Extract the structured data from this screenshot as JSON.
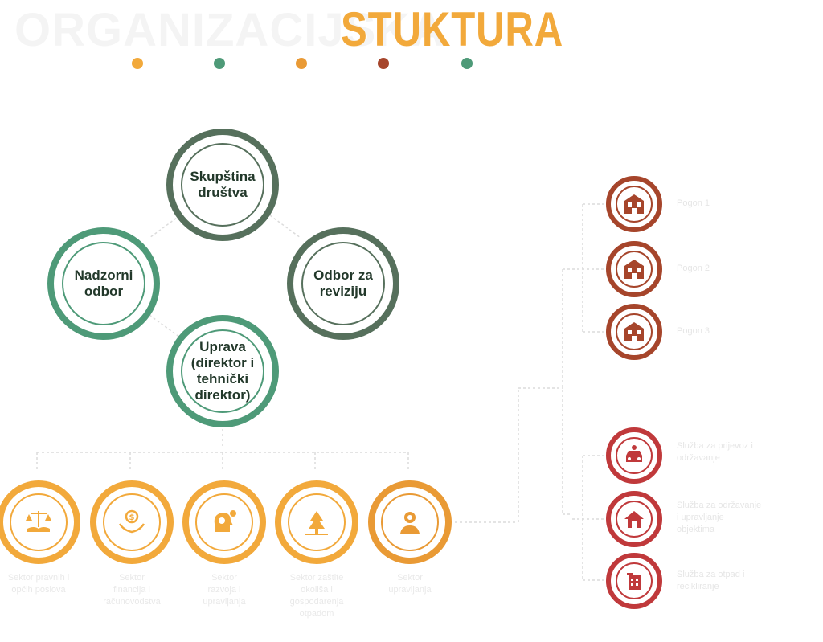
{
  "title": {
    "ghost": "ORGANIZACIJSKA",
    "main": "STUKTURA",
    "main_color": "#f2a93b"
  },
  "dots": [
    "#f2a93b",
    "#4e9a78",
    "#e99a35",
    "#a6452b",
    "#4e9a78"
  ],
  "governance": {
    "assembly": "Skupština\ndruštva",
    "supervisory": "Nadzorni\nodbor",
    "audit": "Odbor za\nreviziju",
    "management": "Uprava\n(direktor i\ntehnički\ndirektor)"
  },
  "departments": [
    {
      "icon": "legal-icon",
      "label": "Sektor pravnih i\nopćih poslova"
    },
    {
      "icon": "finance-icon",
      "label": "Sektor\nfinancija i\nračunovodstva"
    },
    {
      "icon": "strategy-icon",
      "label": "Sektor\nrazvoja i\nupravljanja"
    },
    {
      "icon": "tree-icon",
      "label": "Sektor zaštite\nokoliša i\ngospodarenja\notpadom"
    },
    {
      "icon": "operations-icon",
      "label": "Sektor\nupravljanja"
    }
  ],
  "units_top": [
    {
      "icon": "building-icon",
      "label": "Pogon 1"
    },
    {
      "icon": "building-icon",
      "label": "Pogon 2"
    },
    {
      "icon": "building-icon",
      "label": "Pogon 3"
    }
  ],
  "units_bottom": [
    {
      "icon": "vehicle-icon",
      "label": "Služba za prijevoz i\nodržavanje"
    },
    {
      "icon": "house-icon",
      "label": "Služba za održavanje\ni upravljanje\nobjektima"
    },
    {
      "icon": "bin-icon",
      "label": "Služba za otpad i\nrecikliranje"
    }
  ],
  "colors": {
    "dark_green": "#56705c",
    "green": "#4e9a78",
    "orange": "#f2a93b",
    "orange_active": "#e99a35",
    "rust": "#a6452b",
    "red": "#c0393b"
  }
}
